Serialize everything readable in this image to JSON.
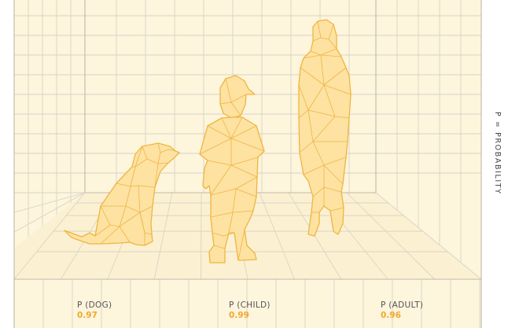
{
  "colors": {
    "room_fill": "#fdf5dc",
    "room_floor_fill": "#fbf1d2",
    "grid_line": "#d8d4c6",
    "edge_line": "#bdb9ac",
    "figure_fill": "#fde2a2",
    "figure_stroke": "#efb540",
    "probability_accent": "#f0a830"
  },
  "figures": [
    {
      "id": "dog",
      "label": "P (DOG)",
      "probability": "0.97",
      "icon": "dog-figure"
    },
    {
      "id": "child",
      "label": "P (CHILD)",
      "probability": "0.99",
      "icon": "child-figure"
    },
    {
      "id": "adult",
      "label": "P (ADULT)",
      "probability": "0.96",
      "icon": "adult-figure"
    }
  ],
  "side_note": "P = PROBABILITY"
}
